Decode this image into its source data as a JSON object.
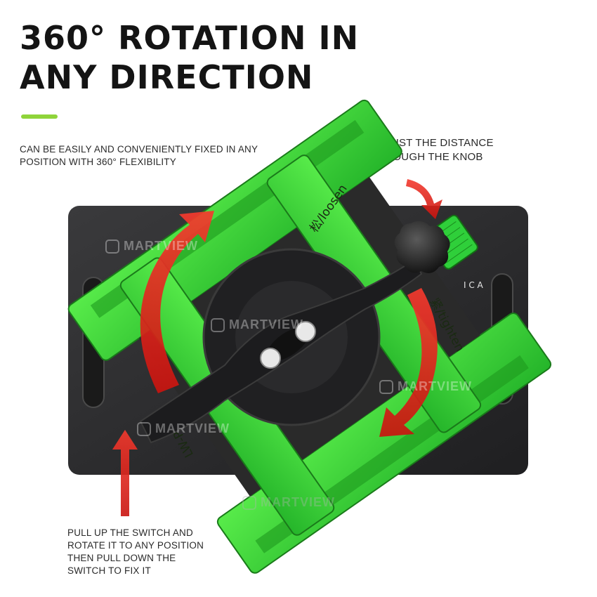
{
  "headline": {
    "line1": "360° ROTATION IN",
    "line2": "ANY DIRECTION"
  },
  "captions": {
    "fixed": {
      "line1": "CAN BE EASILY AND CONVENIENTLY FIXED IN ANY",
      "line2": "POSITION WITH 360° FLEXIBILITY"
    },
    "knob": {
      "line1": "ADJUST THE DISTANCE",
      "line2": "THROUGH THE KNOB"
    },
    "switch": {
      "line1": "PULL UP THE SWITCH AND",
      "line2": "ROTATE IT TO ANY POSITION",
      "line3": "THEN PULL DOWN THE",
      "line4": "SWITCH TO FIX IT"
    }
  },
  "fixture_labels": {
    "loosen": "松/loosen",
    "tighten": "紧/tighten",
    "model": "LW-Pro",
    "brand_partial": "I C A"
  },
  "watermark": "MARTVIEW",
  "colors": {
    "fixture_green": "#3fd63c",
    "fixture_green_dark": "#1e9a1e",
    "base_plate": "#2b2b2d",
    "arrow_red": "#e8211b",
    "accent_bar": "#8fd43a",
    "text": "#141414"
  },
  "icons": [
    "rotation-arrow-left",
    "rotation-arrow-right",
    "adjust-arrow",
    "pull-up-arrow",
    "black-knob",
    "green-thumbscrew"
  ]
}
